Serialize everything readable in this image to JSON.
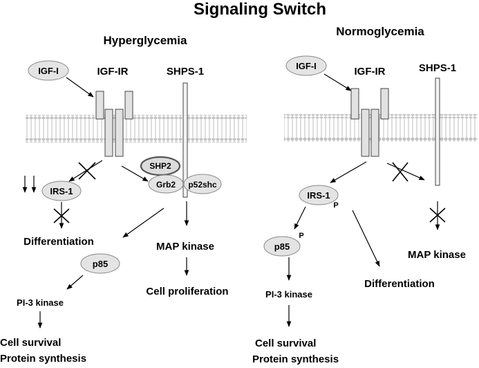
{
  "title": "Signaling Switch",
  "left": {
    "heading": "Hyperglycemia",
    "igf": "IGF-I",
    "igfr": "IGF-IR",
    "shps": "SHPS-1",
    "shp2": "SHP2",
    "grb2": "Grb2",
    "p52shc": "p52shc",
    "irs1": "IRS-1",
    "differentiation": "Differentiation",
    "p85": "p85",
    "mapk": "MAP kinase",
    "proliferation": "Cell proliferation",
    "pi3k": "PI-3 kinase",
    "survival": "Cell survival",
    "protein": "Protein synthesis"
  },
  "right": {
    "heading": "Normoglycemia",
    "igf": "IGF-I",
    "igfr": "IGF-IR",
    "shps": "SHPS-1",
    "irs1": "IRS-1",
    "irs1_phos": "P",
    "p85": "p85",
    "p85_phos": "P",
    "pi3k": "PI-3 kinase",
    "differentiation": "Differentiation",
    "mapk": "MAP kinase",
    "survival": "Cell survival",
    "protein": "Protein synthesis"
  }
}
